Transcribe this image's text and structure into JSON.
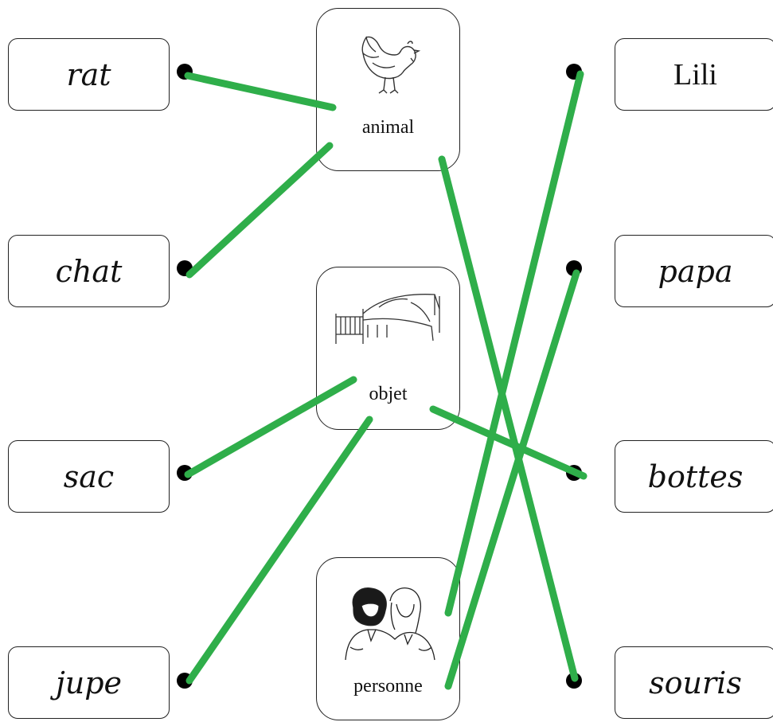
{
  "left_words": [
    "rat",
    "chat",
    "sac",
    "jupe"
  ],
  "right_words": [
    "Lili",
    "papa",
    "bottes",
    "souris"
  ],
  "categories": [
    "animal",
    "objet",
    "personne"
  ],
  "icons": {
    "animal": "hen-drawing",
    "objet": "bed-drawing",
    "personne": "two-girls-drawing"
  },
  "matches": [
    {
      "word": "rat",
      "category": "animal"
    },
    {
      "word": "chat",
      "category": "animal"
    },
    {
      "word": "sac",
      "category": "objet"
    },
    {
      "word": "jupe",
      "category": "objet"
    },
    {
      "word": "bottes",
      "category": "objet"
    },
    {
      "word": "souris",
      "category": "animal"
    },
    {
      "word": "Lili",
      "category": "personne"
    },
    {
      "word": "papa",
      "category": "personne"
    }
  ],
  "colors": {
    "line": "#2fae4a",
    "dot": "#000000",
    "border": "#222222"
  }
}
